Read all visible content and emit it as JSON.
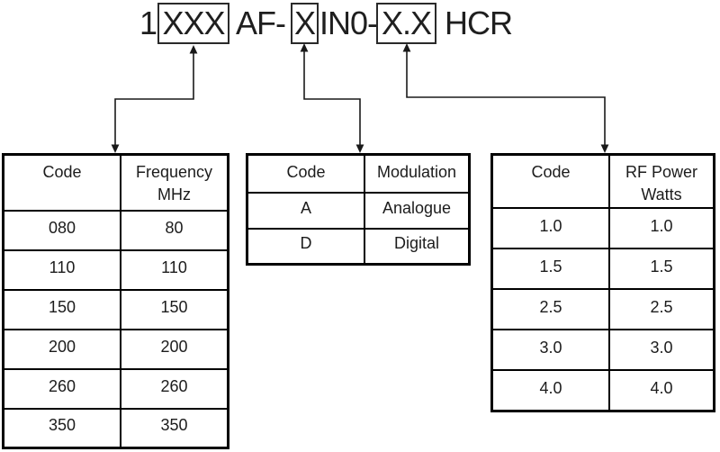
{
  "model_number": {
    "prefix": "1",
    "frequency_code_box": "XXX",
    "mid1": "AF-",
    "modulation_code_box": "X",
    "mid2": "IN0-",
    "power_code_box": "X.X",
    "suffix": "HCR"
  },
  "tables": {
    "frequency": {
      "headers": [
        "Code",
        "Frequency\nMHz"
      ],
      "rows": [
        [
          "080",
          "80"
        ],
        [
          "110",
          "110"
        ],
        [
          "150",
          "150"
        ],
        [
          "200",
          "200"
        ],
        [
          "260",
          "260"
        ],
        [
          "350",
          "350"
        ]
      ]
    },
    "modulation": {
      "headers": [
        "Code",
        "Modulation"
      ],
      "rows": [
        [
          "A",
          "Analogue"
        ],
        [
          "D",
          "Digital"
        ]
      ]
    },
    "rf_power": {
      "headers": [
        "Code",
        "RF Power\nWatts"
      ],
      "rows": [
        [
          "1.0",
          "1.0"
        ],
        [
          "1.5",
          "1.5"
        ],
        [
          "2.5",
          "2.5"
        ],
        [
          "3.0",
          "3.0"
        ],
        [
          "4.0",
          "4.0"
        ]
      ]
    }
  },
  "colors": {
    "ink": "#1a1a1a",
    "background": "#ffffff"
  }
}
